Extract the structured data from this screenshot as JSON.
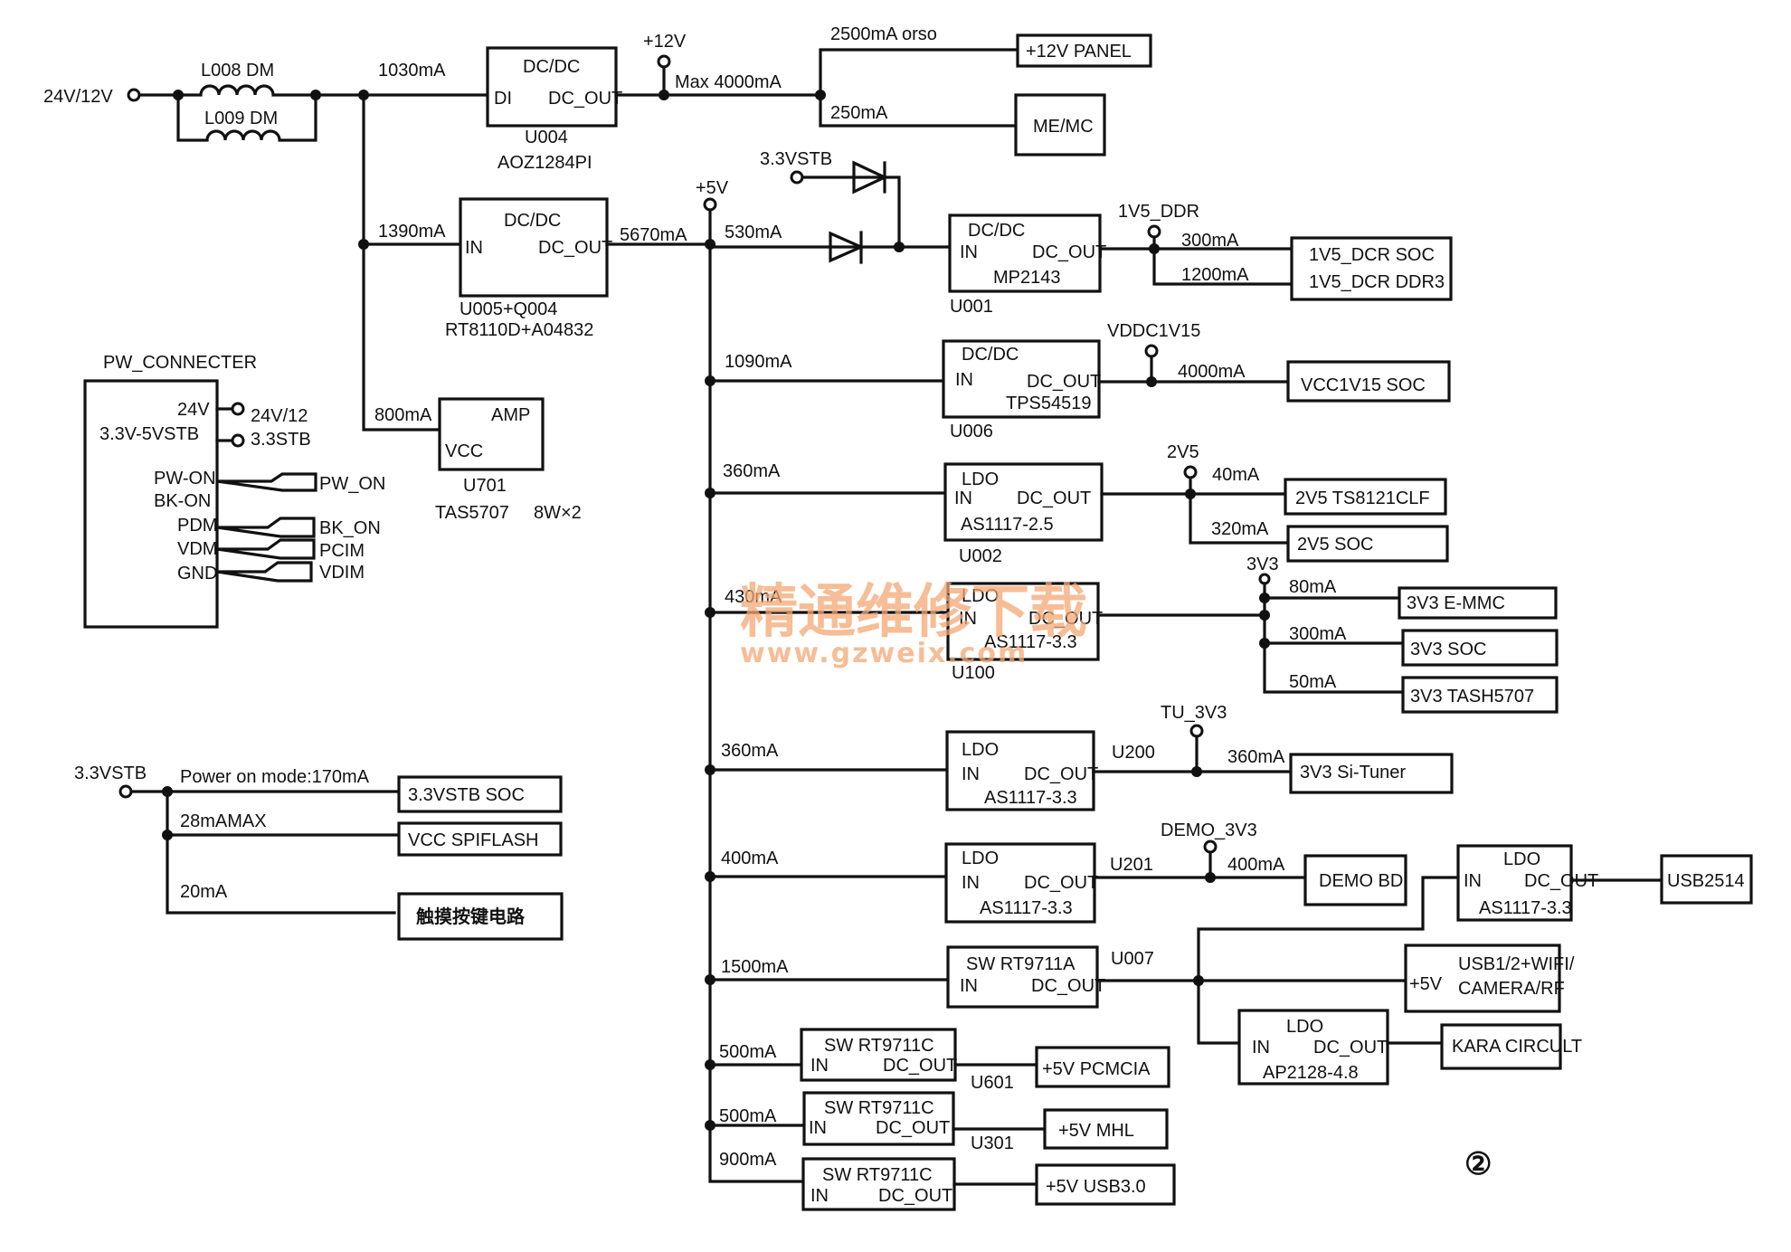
{
  "diagram": {
    "title": "TV mainboard power distribution block diagram",
    "sheet_marker": "②",
    "watermark": {
      "cn": "精通维修下载",
      "url": "www.gzweix.com",
      "color": "#f3a773"
    }
  },
  "input": {
    "label": "24V/12V",
    "inductors": [
      {
        "label": "L008  DM"
      },
      {
        "label": "L009  DM"
      }
    ],
    "branch_currents": {
      "u004": "1030mA",
      "u005": "1390mA",
      "amp": "800mA"
    }
  },
  "u004": {
    "type": "DC/DC",
    "pin_in": "DI",
    "pin_out": "DC_OUT",
    "ref": "U004",
    "part": "AOZ1284PI",
    "rail": "+12V",
    "rail_current": "Max 4000mA",
    "loads": [
      {
        "current": "2500mA  orso",
        "label": "+12V PANEL"
      },
      {
        "current": "250mA",
        "label": "ME/MC"
      }
    ]
  },
  "u005": {
    "type": "DC/DC",
    "pin_in": "IN",
    "pin_out": "DC_OUT",
    "ref": "U005+Q004",
    "part": "RT8110D+A04832",
    "out_current": "5670mA",
    "rail": "+5V"
  },
  "amp": {
    "title": "AMP",
    "pin": "VCC",
    "ref": "U701",
    "part": "TAS5707",
    "power": "8W×2"
  },
  "connector": {
    "title": "PW_CONNECTER",
    "pins": [
      "24V",
      "3.3V-5VSTB",
      "PW-ON",
      "BK-ON",
      "PDM",
      "VDM",
      "GND"
    ],
    "rail_terms": [
      "24V/12",
      "3.3STB"
    ],
    "signals": [
      "PW_ON",
      "BK_ON",
      "PCIM",
      "VDIM"
    ]
  },
  "stb": {
    "source": "3.3VSTB",
    "branches": [
      {
        "current": "Power  on  mode:170mA",
        "label": "3.3VSTB     SOC"
      },
      {
        "current": "28mAMAX",
        "label": "VCC  SPIFLASH"
      },
      {
        "current": "20mA",
        "label": "触摸按键电路"
      }
    ]
  },
  "u001": {
    "in_current": "530mA",
    "stb_source": "3.3VSTB",
    "type": "DC/DC",
    "pin_in": "IN",
    "pin_out": "DC_OUT",
    "part": "MP2143",
    "ref": "U001",
    "rail": "1V5_DDR",
    "loads": [
      {
        "current": "300mA",
        "label": "1V5_DCR      SOC"
      },
      {
        "current": "1200mA",
        "label": "1V5_DCR      DDR3"
      }
    ]
  },
  "u006": {
    "in_current": "1090mA",
    "type": "DC/DC",
    "pin_in": "IN",
    "pin_out": "DC_OUT",
    "part": "TPS54519",
    "ref": "U006",
    "rail": "VDDC1V15",
    "load_current": "4000mA",
    "load": "VCC1V15  SOC"
  },
  "u002": {
    "in_current": "360mA",
    "type": "LDO",
    "pin_in": "IN",
    "pin_out": "DC_OUT",
    "part": "AS1117-2.5",
    "ref": "U002",
    "rail": "2V5",
    "loads": [
      {
        "current": "40mA",
        "label": "2V5  TS8121CLF"
      },
      {
        "current": "320mA",
        "label": "2V5    SOC"
      }
    ]
  },
  "u100": {
    "in_current": "430mA",
    "type": "LDO",
    "pin_in": "IN",
    "pin_out": "DC_OUT",
    "part": "AS1117-3.3",
    "ref": "U100",
    "rail": "3V3",
    "loads": [
      {
        "current": "80mA",
        "label": "3V3    E-MMC"
      },
      {
        "current": "300mA",
        "label": "3V3  SOC"
      },
      {
        "current": "50mA",
        "label": "3V3    TASH5707"
      }
    ]
  },
  "u200": {
    "in_current": "360mA",
    "type": "LDO",
    "pin_in": "IN",
    "pin_out": "DC_OUT",
    "part": "AS1117-3.3",
    "ref": "U200",
    "rail": "TU_3V3",
    "load_current": "360mA",
    "load": "3V3     Si-Tuner"
  },
  "u201": {
    "in_current": "400mA",
    "type": "LDO",
    "pin_in": "IN",
    "pin_out": "DC_OUT",
    "part": "AS1117-3.3",
    "ref": "U201",
    "rail": "DEMO_3V3",
    "load_current": "400mA",
    "load": "DEMO  BD"
  },
  "u007": {
    "in_current": "1500mA",
    "title": "SW  RT9711A",
    "pin_in": "IN",
    "pin_out": "DC_OUT",
    "ref": "U007",
    "usb_ldo": {
      "type": "LDO",
      "pin_in": "IN",
      "pin_out": "DC_OUT",
      "part": "AS1117-3.3",
      "load": "USB2514"
    },
    "usb_load": {
      "pin": "+5V",
      "line1": "USB1/2+WIFI/",
      "line2": "CAMERA/RF"
    },
    "kara_ldo": {
      "type": "LDO",
      "pin_in": "IN",
      "pin_out": "DC_OUT",
      "part": "AP2128-4.8",
      "load": "KARA  CIRCULT"
    }
  },
  "switches": [
    {
      "in_current": "500mA",
      "title": "SW  RT9711C",
      "pin_in": "IN",
      "pin_out": "DC_OUT",
      "ref": "U601",
      "load": "+5V   PCMCIA"
    },
    {
      "in_current": "500mA",
      "title": "SW  RT9711C",
      "pin_in": "IN",
      "pin_out": "DC_OUT",
      "ref": "U301",
      "load": "+5V  MHL"
    },
    {
      "in_current": "900mA",
      "title": "SW  RT9711C",
      "pin_in": "IN",
      "pin_out": "DC_OUT",
      "ref": "",
      "load": "+5V  USB3.0"
    }
  ]
}
